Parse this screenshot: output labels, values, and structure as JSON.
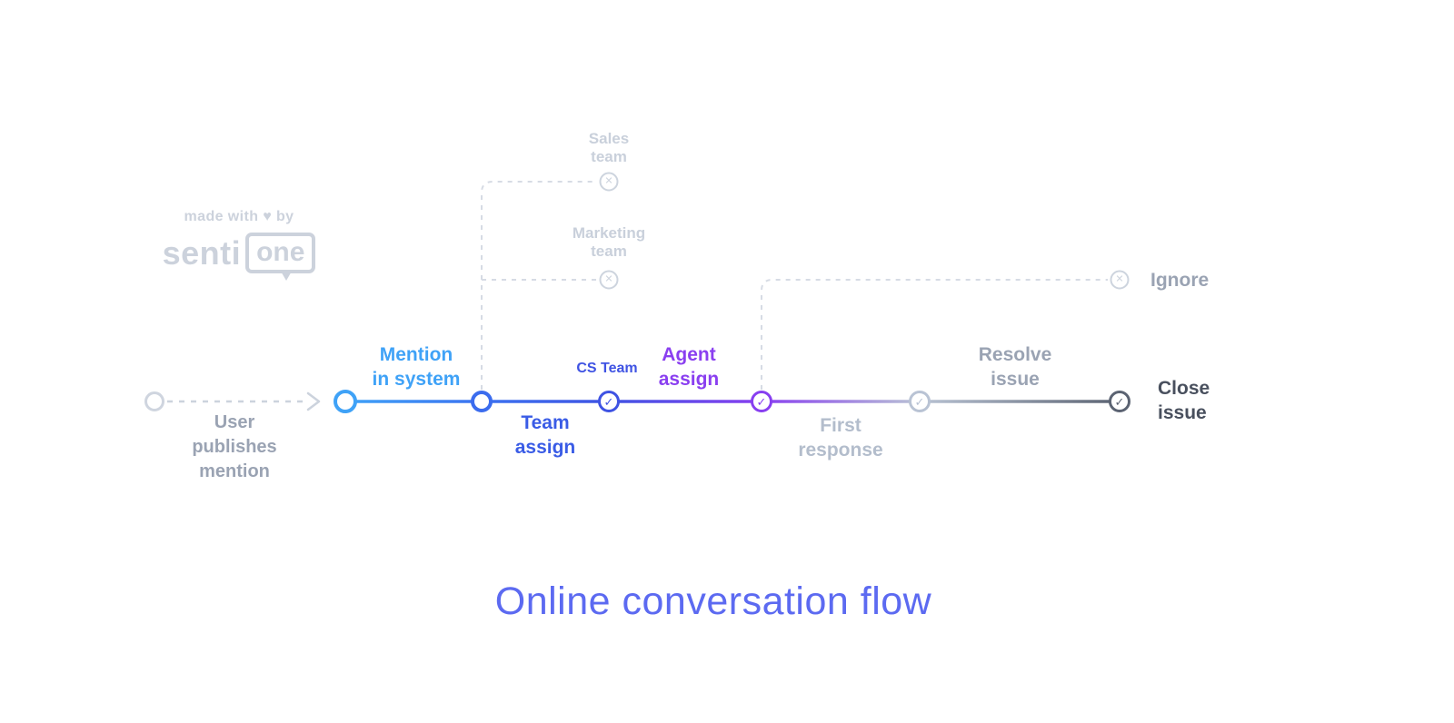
{
  "title": "Online conversation flow",
  "watermark": {
    "made_with": "made with ♥ by",
    "brand_prefix": "senti",
    "brand_suffix": "one"
  },
  "flow": {
    "start": {
      "label": "User\npublishes\nmention"
    },
    "steps": {
      "mention": "Mention\nin system",
      "team_assign": "Team\nassign",
      "cs_team": "CS Team",
      "agent_assign": "Agent\nassign",
      "first_response": "First\nresponse",
      "resolve_issue": "Resolve\nissue",
      "close_issue": "Close\nissue"
    },
    "branches": {
      "sales_team": "Sales\nteam",
      "marketing_team": "Marketing\nteam",
      "ignore": "Ignore"
    }
  },
  "icons": {
    "check": "✓",
    "cross": "✕"
  },
  "colors": {
    "mention_blue": "#3fa2f7",
    "team_blue": "#3a5ce6",
    "cs_indigo": "#3f53e3",
    "agent_purple": "#8a3ff0",
    "muted_node": "#b9c3d4",
    "dark_node": "#5b6372",
    "gray_text": "#9aa3b3",
    "light_gray_text": "#c9d0db",
    "dashed_line": "#d6dbe4",
    "title_blue": "#5c6af1"
  }
}
